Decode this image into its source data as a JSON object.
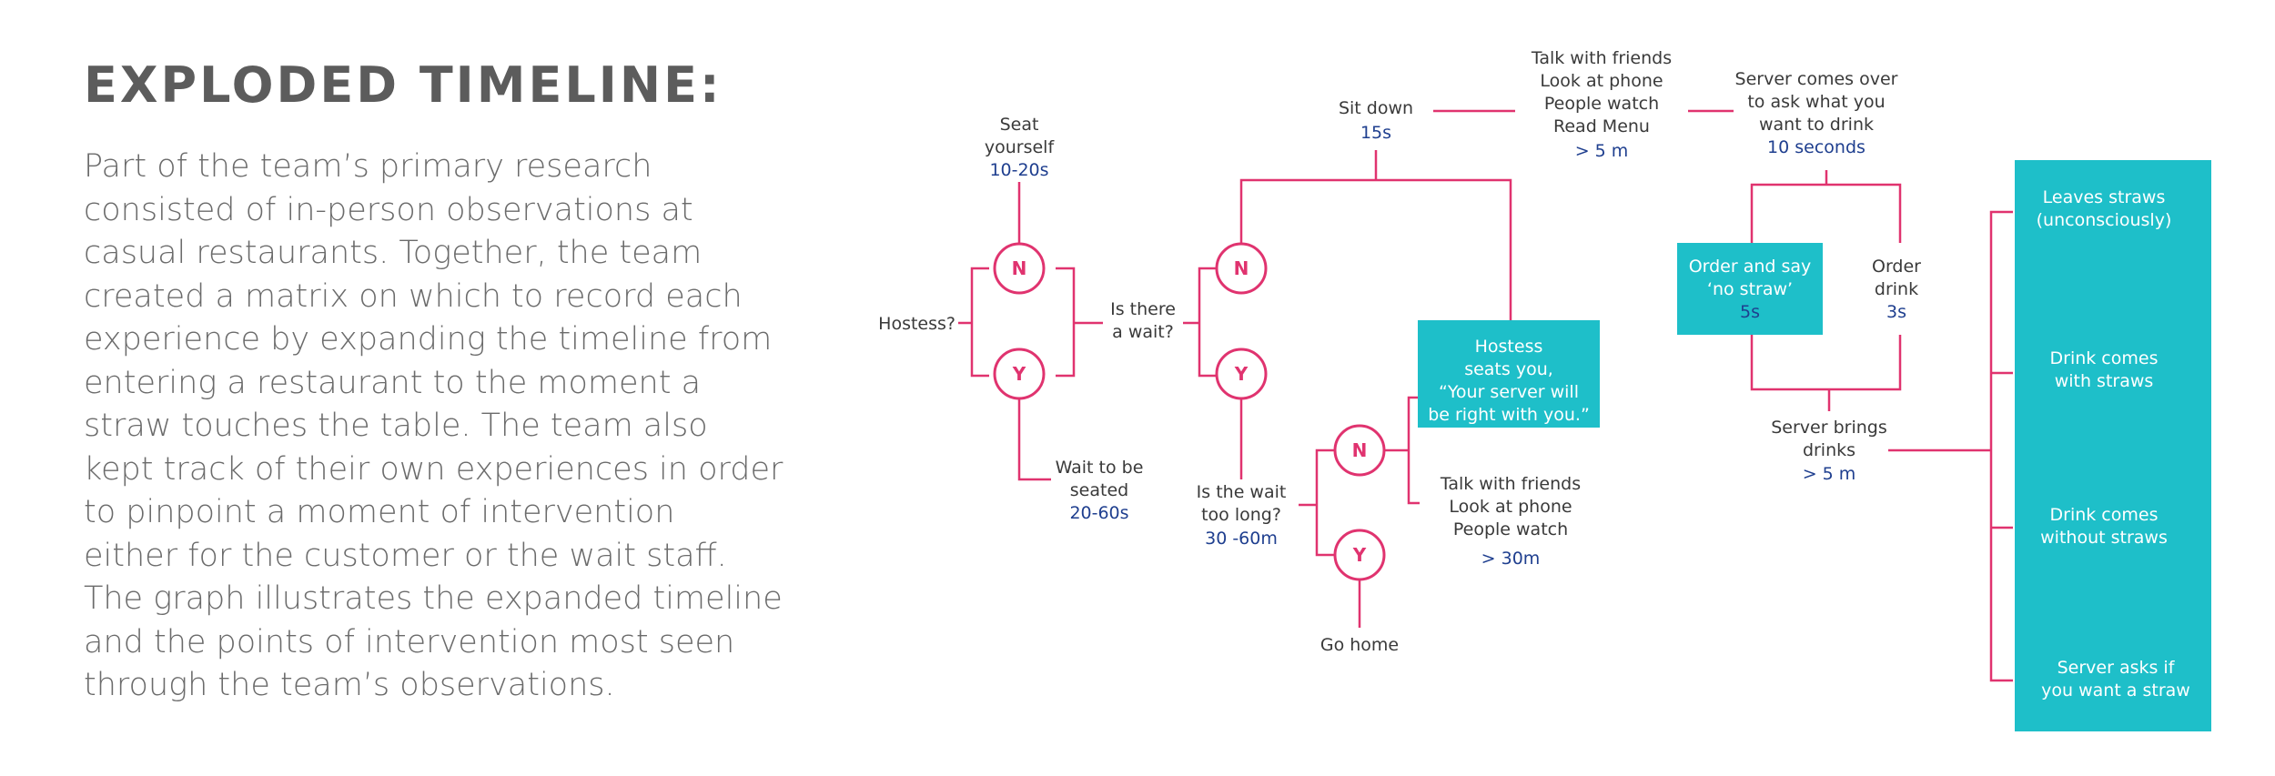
{
  "header": {
    "title": "EXPLODED TIMELINE:",
    "body_lines": [
      "Part of the team’s primary research",
      "consisted of in-person observations at",
      "casual restaurants. Together, the team",
      "created a matrix on which to record each",
      "experience by expanding the timeline from",
      "entering a restaurant to the moment a",
      "straw touches the table. The team also",
      "kept track of their own experiences in order",
      "to pinpoint a moment of intervention",
      "either for the customer or the wait staff.",
      "The graph illustrates the expanded timeline",
      "and the points of intervention most seen",
      "through the team’s observations."
    ]
  },
  "diagram": {
    "colors": {
      "line": "#e0336f",
      "box": "#1ebfc9",
      "label": "#3a3a3a",
      "time": "#1f3f8f"
    },
    "choice_no": "N",
    "choice_yes": "Y",
    "hostess": {
      "label": "Hostess?"
    },
    "seat_yourself": {
      "line1": "Seat",
      "line2": "yourself",
      "time": "10-20s"
    },
    "wait_to_be_seated": {
      "line1": "Wait to be",
      "line2": "seated",
      "time": "20-60s"
    },
    "is_there_a_wait": {
      "line1": "Is there",
      "line2": "a wait?"
    },
    "sit_down": {
      "label": "Sit down",
      "time": "15s"
    },
    "activities_menu": {
      "line1": "Talk with friends",
      "line2": "Look at phone",
      "line3": "People watch",
      "line4": "Read Menu",
      "time": "> 5 m"
    },
    "server_comes_over": {
      "line1": "Server comes over",
      "line2": "to ask what you",
      "line3": "want to drink",
      "time": "10 seconds"
    },
    "hostess_seats_you": {
      "line1": "Hostess",
      "line2": "seats you,",
      "line3": "“Your server will",
      "line4": "be right with you.”"
    },
    "is_wait_too_long": {
      "line1": "Is the wait",
      "line2": "too long?",
      "time": "30 -60m"
    },
    "activities_wait": {
      "line1": "Talk with friends",
      "line2": "Look at phone",
      "line3": "People watch",
      "time": "> 30m"
    },
    "go_home": {
      "label": "Go home"
    },
    "order_no_straw": {
      "line1": "Order and say",
      "line2": "‘no straw’",
      "time": "5s"
    },
    "order_drink": {
      "line1": "Order",
      "line2": "drink",
      "time": "3s"
    },
    "server_brings_drinks": {
      "line1": "Server brings",
      "line2": "drinks",
      "time": "> 5 m"
    },
    "outcomes": [
      {
        "line1": "Leaves straws",
        "line2": "(unconsciously)"
      },
      {
        "line1": "Drink comes",
        "line2": "with straws"
      },
      {
        "line1": "Drink comes",
        "line2": "without straws"
      },
      {
        "line1": "Server asks if",
        "line2": "you want a straw"
      }
    ]
  }
}
